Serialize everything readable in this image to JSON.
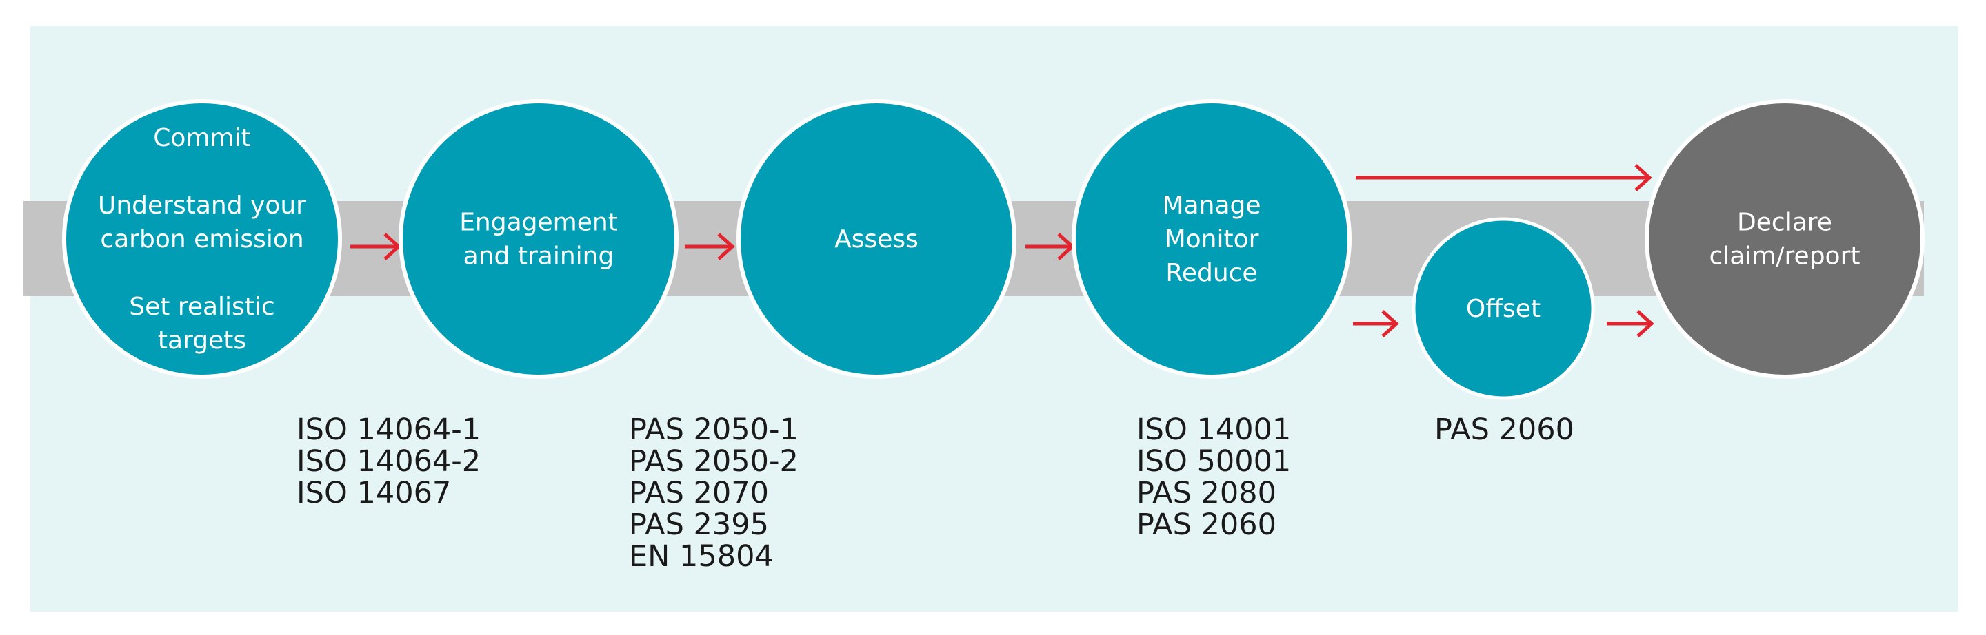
{
  "colors": {
    "panel_background": "#e5f4f5",
    "band": "#c4c4c4",
    "step_circle": "#009db4",
    "final_circle": "#6f6f6f",
    "circle_border": "#ffffff",
    "arrow": "#e3232d",
    "standards_text": "#1a1a1a"
  },
  "steps": [
    {
      "id": "commit",
      "lines": [
        "Commit",
        "",
        "Understand your",
        "carbon emission",
        "",
        "Set realistic",
        "targets"
      ]
    },
    {
      "id": "engagement",
      "lines": [
        "Engagement",
        "and training"
      ]
    },
    {
      "id": "assess",
      "lines": [
        "Assess"
      ]
    },
    {
      "id": "manage",
      "lines": [
        "Manage",
        "Monitor",
        "Reduce"
      ]
    },
    {
      "id": "offset",
      "lines": [
        "Offset"
      ]
    },
    {
      "id": "declare",
      "lines": [
        "Declare",
        "claim/report"
      ]
    }
  ],
  "standards": [
    {
      "id": "commit-standards",
      "lines": [
        "ISO 14064-1",
        "ISO 14064-2",
        "ISO 14067"
      ]
    },
    {
      "id": "assess-standards",
      "lines": [
        "PAS 2050-1",
        "PAS 2050-2",
        "PAS 2070",
        "PAS 2395",
        "EN 15804"
      ]
    },
    {
      "id": "manage-standards",
      "lines": [
        "ISO 14001",
        "ISO 50001",
        "PAS 2080",
        "PAS 2060"
      ]
    },
    {
      "id": "offset-standards",
      "lines": [
        "PAS 2060"
      ]
    }
  ]
}
